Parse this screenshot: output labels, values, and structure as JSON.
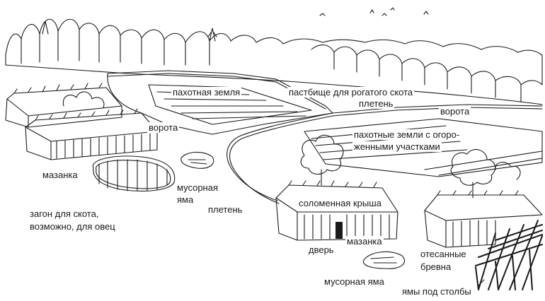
{
  "labels": {
    "arable_land": "пахотная земля",
    "pasture": "пастбище для рогатого скота",
    "wattle_fence_top": "плетень",
    "gate_left": "ворота",
    "gate_right": "ворота",
    "arable_gardens_1": "пахотные земли с огоро-",
    "arable_gardens_2": "женными участками",
    "hut_left": "мазанка",
    "refuse_pit_top_1": "мусорная",
    "refuse_pit_top_2": "яма",
    "wattle_fence_middle": "плетень",
    "pen_1": "загон для скота,",
    "pen_2": "возможно, для овец",
    "thatched_roof": "соломенная крыша",
    "hut_center": "мазанка",
    "door": "дверь",
    "hewn_logs_1": "отесанные",
    "hewn_logs_2": "бревна",
    "refuse_pit_bottom": "мусорная яма",
    "post_holes": "ямы под столбы"
  }
}
